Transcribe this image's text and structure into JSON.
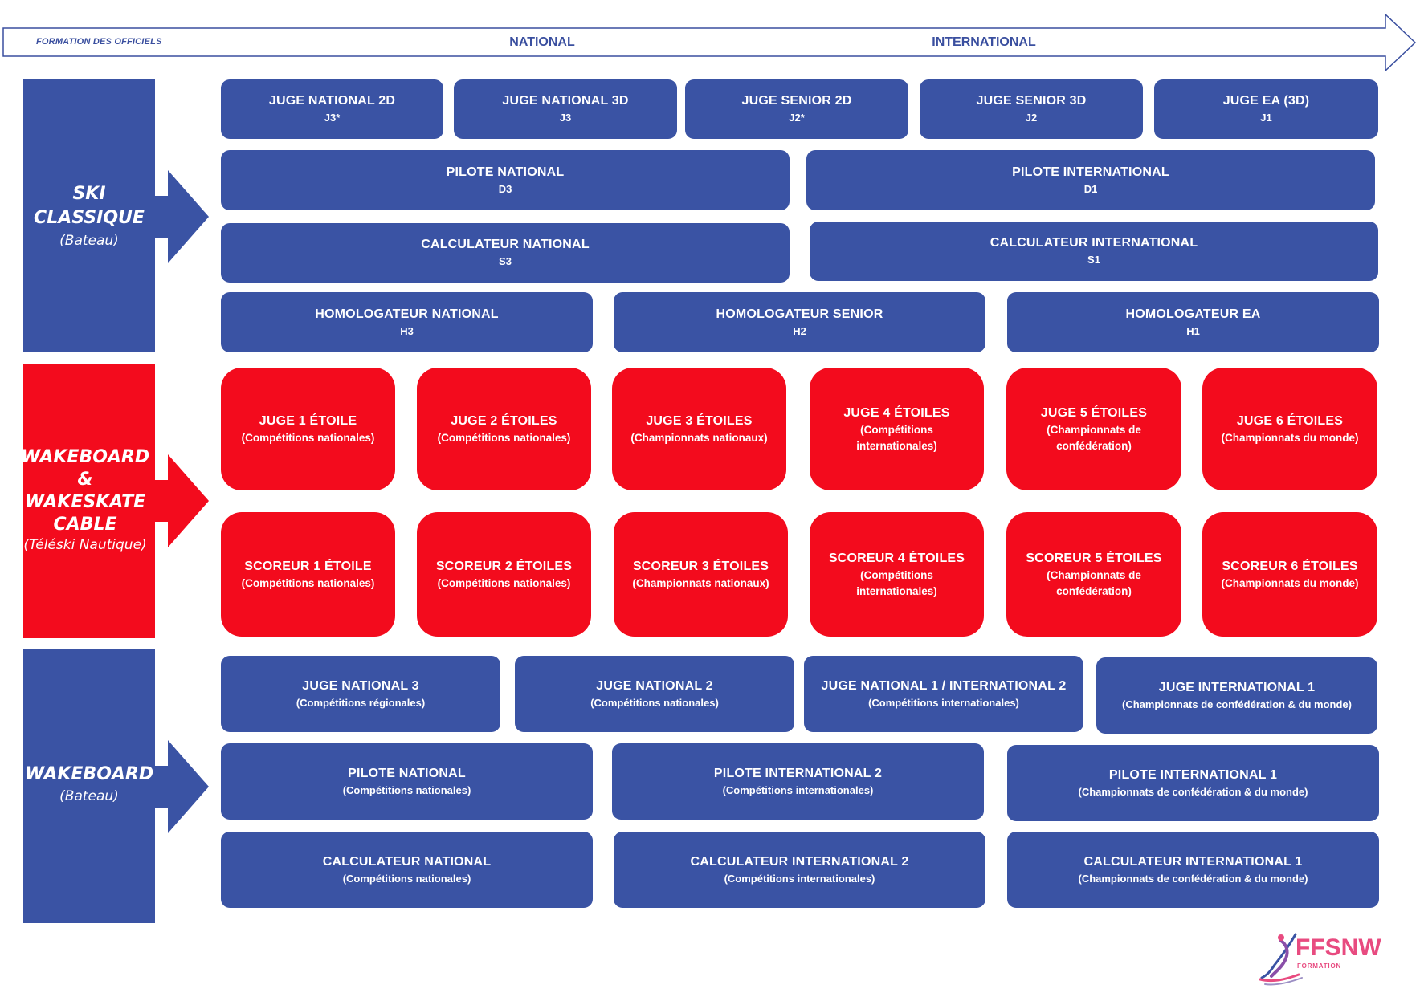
{
  "header": {
    "left_label": "FORMATION DES OFFICIELS",
    "national": "NATIONAL",
    "international": "INTERNATIONAL"
  },
  "colors": {
    "blue": "#3a53a4",
    "red": "#f30b1d",
    "header_text": "#3a4f9f",
    "logo": "#e84b80"
  },
  "sections": {
    "ski": {
      "title_line1": "SKI",
      "title_line2": "CLASSIQUE",
      "subtitle": "(Bateau)"
    },
    "wake_cable": {
      "title_line1": "WAKEBOARD",
      "title_line2": "&",
      "title_line3": "WAKESKATE",
      "title_line4": "CABLE",
      "subtitle": "(Téléski Nautique)"
    },
    "wake_boat": {
      "title": "WAKEBOARD",
      "subtitle": "(Bateau)"
    }
  },
  "ski": {
    "juges": [
      {
        "title": "JUGE NATIONAL 2D",
        "code": "J3*"
      },
      {
        "title": "JUGE NATIONAL 3D",
        "code": "J3"
      },
      {
        "title": "JUGE SENIOR 2D",
        "code": "J2*"
      },
      {
        "title": "JUGE SENIOR 3D",
        "code": "J2"
      },
      {
        "title": "JUGE EA (3D)",
        "code": "J1"
      }
    ],
    "pilotes": [
      {
        "title": "PILOTE NATIONAL",
        "code": "D3"
      },
      {
        "title": "PILOTE INTERNATIONAL",
        "code": "D1"
      }
    ],
    "calculateurs": [
      {
        "title": "CALCULATEUR NATIONAL",
        "code": "S3"
      },
      {
        "title": "CALCULATEUR INTERNATIONAL",
        "code": "S1"
      }
    ],
    "homologateurs": [
      {
        "title": "HOMOLOGATEUR NATIONAL",
        "code": "H3"
      },
      {
        "title": "HOMOLOGATEUR SENIOR",
        "code": "H2"
      },
      {
        "title": "HOMOLOGATEUR EA",
        "code": "H1"
      }
    ]
  },
  "cable": {
    "juges": [
      {
        "title": "JUGE 1 ÉTOILE",
        "sub1": "(Compétitions nationales)",
        "sub2": ""
      },
      {
        "title": "JUGE 2 ÉTOILES",
        "sub1": "(Compétitions nationales)",
        "sub2": ""
      },
      {
        "title": "JUGE 3 ÉTOILES",
        "sub1": "(Championnats nationaux)",
        "sub2": ""
      },
      {
        "title": "JUGE 4 ÉTOILES",
        "sub1": "(Compétitions",
        "sub2": "internationales)"
      },
      {
        "title": "JUGE 5 ÉTOILES",
        "sub1": "(Championnats de",
        "sub2": "confédération)"
      },
      {
        "title": "JUGE 6 ÉTOILES",
        "sub1": "(Championnats du monde)",
        "sub2": ""
      }
    ],
    "scoreurs": [
      {
        "title": "SCOREUR 1 ÉTOILE",
        "sub1": "(Compétitions nationales)",
        "sub2": ""
      },
      {
        "title": "SCOREUR 2 ÉTOILES",
        "sub1": "(Compétitions nationales)",
        "sub2": ""
      },
      {
        "title": "SCOREUR 3 ÉTOILES",
        "sub1": "(Championnats nationaux)",
        "sub2": ""
      },
      {
        "title": "SCOREUR 4 ÉTOILES",
        "sub1": "(Compétitions",
        "sub2": "internationales)"
      },
      {
        "title": "SCOREUR 5 ÉTOILES",
        "sub1": "(Championnats de",
        "sub2": "confédération)"
      },
      {
        "title": "SCOREUR 6 ÉTOILES",
        "sub1": "(Championnats du monde)",
        "sub2": ""
      }
    ]
  },
  "boat": {
    "juges": [
      {
        "title": "JUGE NATIONAL 3",
        "sub": "(Compétitions régionales)"
      },
      {
        "title": "JUGE NATIONAL 2",
        "sub": "(Compétitions nationales)"
      },
      {
        "title": "JUGE NATIONAL 1 / INTERNATIONAL 2",
        "sub": "(Compétitions internationales)"
      },
      {
        "title": "JUGE INTERNATIONAL 1",
        "sub": "(Championnats de confédération & du monde)"
      }
    ],
    "pilotes": [
      {
        "title": "PILOTE NATIONAL",
        "sub": "(Compétitions nationales)"
      },
      {
        "title": "PILOTE INTERNATIONAL 2",
        "sub": "(Compétitions internationales)"
      },
      {
        "title": "PILOTE INTERNATIONAL 1",
        "sub": "(Championnats de confédération & du monde)"
      }
    ],
    "calculateurs": [
      {
        "title": "CALCULATEUR NATIONAL",
        "sub": "(Compétitions nationales)"
      },
      {
        "title": "CALCULATEUR INTERNATIONAL 2",
        "sub": "(Compétitions internationales)"
      },
      {
        "title": "CALCULATEUR INTERNATIONAL 1",
        "sub": "(Championnats de confédération & du monde)"
      }
    ]
  },
  "logo": {
    "text": "FFSNW",
    "sub": "FORMATION"
  }
}
